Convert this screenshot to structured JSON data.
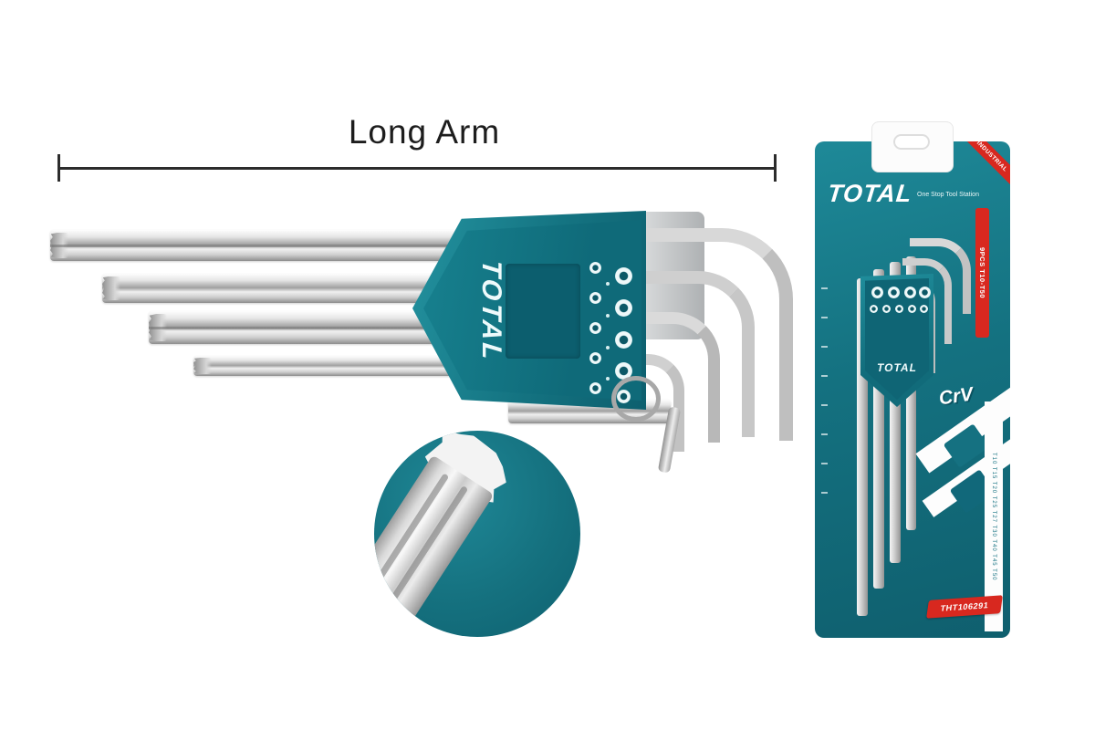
{
  "annotation": {
    "label": "Long Arm"
  },
  "main_product": {
    "holder_brand": "TOTAL"
  },
  "package": {
    "brand": "TOTAL",
    "tagline": "One Stop Tool Station",
    "corner_ribbon": "INDUSTRIAL",
    "size_banner": "9PCS T10-T50",
    "material_badge": "CrV",
    "holder_brand": "TOTAL",
    "size_list": "T10 T15 T20 T25 T27 T30 T40 T45 T50",
    "product_code": "THT106291"
  },
  "colors": {
    "teal": "#177E8C",
    "teal_dark": "#0D5F6E",
    "red": "#D8281F",
    "silver": "#C9C9C9",
    "text": "#1D1D1D"
  }
}
